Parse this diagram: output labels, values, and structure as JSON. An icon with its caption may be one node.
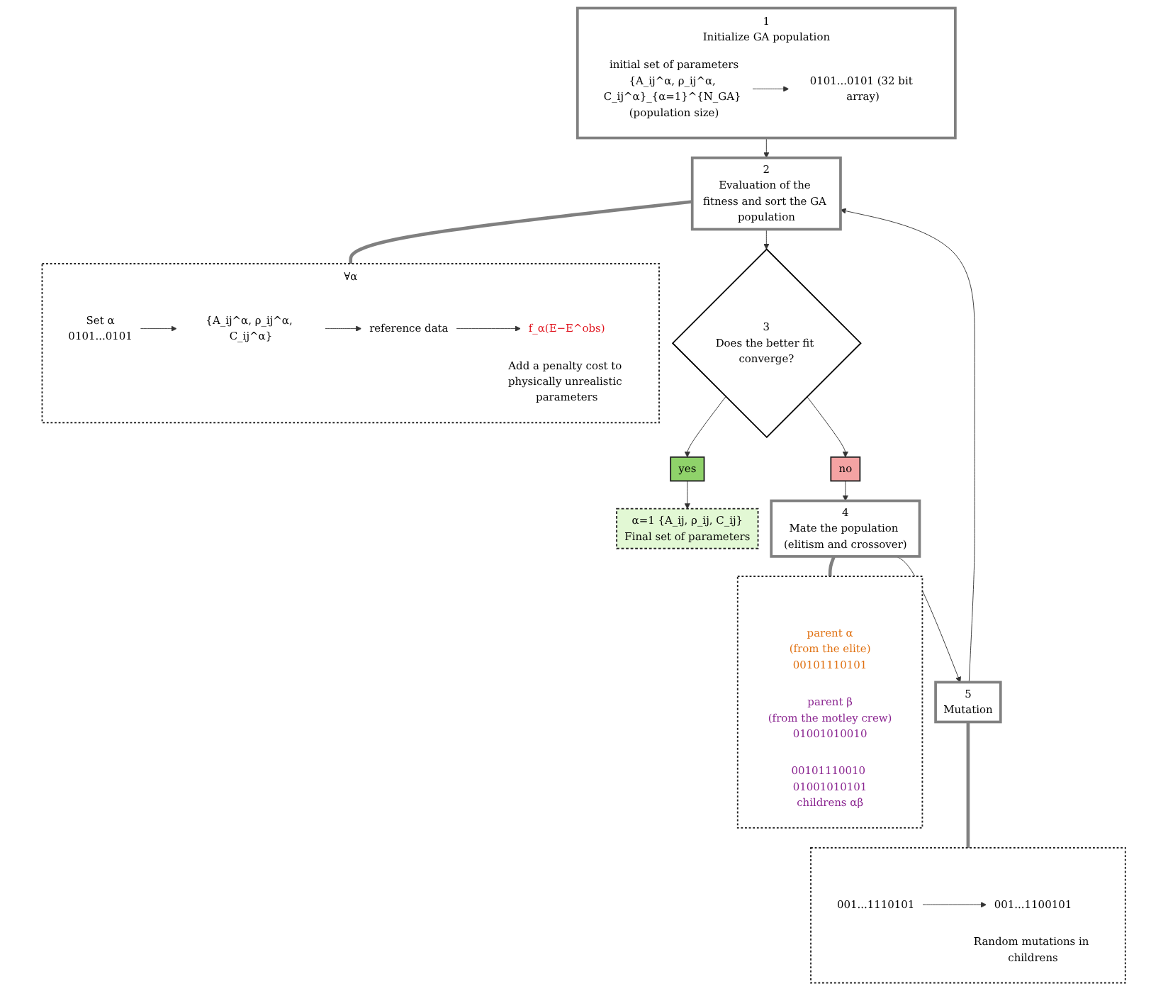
{
  "diagram": {
    "nodes": [
      {
        "text": [
          "1",
          "Initialize GA population"
        ]
      },
      {
        "text": [
          "initial set of parameters",
          "{A_ij^α, ρ_ij^α, C_ij^α}_{α=1}^{N_GA} (population size)"
        ],
        "in": 0
      },
      {
        "text": [
          "0101...0101 (32 bit array)"
        ],
        "in": 0
      },
      {
        "text": [
          "2",
          "Evaluation of the fitness and sort the GA population"
        ]
      },
      {
        "text": [
          "∀α"
        ]
      },
      {
        "text": [
          "Set α",
          "0101...0101"
        ],
        "in": 4
      },
      {
        "text": [
          "{A_ij^α, ρ_ij^α, C_ij^α}"
        ],
        "in": 4
      },
      {
        "text": [
          "reference data"
        ],
        "in": 4
      },
      {
        "text": [
          "Add a penalty cost to physically unrealistic parameters"
        ],
        "in": 4
      },
      {
        "text": [
          "f_α(E−E^obs)"
        ],
        "in": 4
      },
      {
        "text": [
          "3",
          "Does the better fit converge?"
        ]
      },
      {
        "text": [
          "yes"
        ]
      },
      {
        "text": [
          "no"
        ]
      },
      {
        "text": [
          "α=1 {A_ij, ρ_ij, C_ij}",
          "Final set of parameters"
        ]
      },
      {
        "text": [
          "4",
          "Mate the population (elitism and crossover)"
        ]
      },
      {
        "text": [],
        "shape": "box"
      },
      {
        "text": [
          "parent α",
          "(from the elite)",
          "00101110101"
        ],
        "in": 15
      },
      {
        "text": [
          "parent β",
          "(from the motley crew)",
          "01001010010"
        ],
        "in": 15
      },
      {
        "text": [
          "00101110010 01001010101",
          "childrens αβ"
        ],
        "in": 15
      },
      {
        "text": [
          "5",
          "Mutation"
        ]
      },
      {
        "text": [],
        "shape": "box"
      },
      {
        "text": [
          "001...1110101"
        ],
        "in": 20
      },
      {
        "text": [
          "001...1100101"
        ],
        "in": 20
      },
      {
        "text": [
          "Random mutations in childrens"
        ],
        "in": 20
      }
    ],
    "edges": [
      {
        "from": 1,
        "to": 2,
        "arrow": "to"
      },
      {
        "from": 0,
        "to": 3,
        "arrow": "to"
      },
      {
        "from": 3,
        "to": 4,
        "arrow": "none",
        "style": "thick",
        "color": "#808080"
      },
      {
        "from": 5,
        "to": 6,
        "arrow": "to"
      },
      {
        "from": 6,
        "to": 7,
        "arrow": "to"
      },
      {
        "from": 7,
        "to": 9,
        "arrow": "to"
      },
      {
        "from": 3,
        "to": 10,
        "arrow": "to"
      },
      {
        "from": 10,
        "to": 11,
        "arrow": "to"
      },
      {
        "from": 10,
        "to": 12,
        "arrow": "to"
      },
      {
        "from": 11,
        "to": 13,
        "arrow": "to"
      },
      {
        "from": 12,
        "to": 14,
        "arrow": "to"
      },
      {
        "from": 14,
        "to": 15,
        "arrow": "none",
        "style": "thick",
        "color": "#808080"
      },
      {
        "from": 14,
        "to": 19,
        "arrow": "to"
      },
      {
        "from": 21,
        "to": 22,
        "arrow": "to"
      },
      {
        "from": 19,
        "to": 20,
        "arrow": "none",
        "style": "thick",
        "color": "#808080"
      },
      {
        "from": 19,
        "to": 3,
        "arrow": "to"
      }
    ]
  }
}
